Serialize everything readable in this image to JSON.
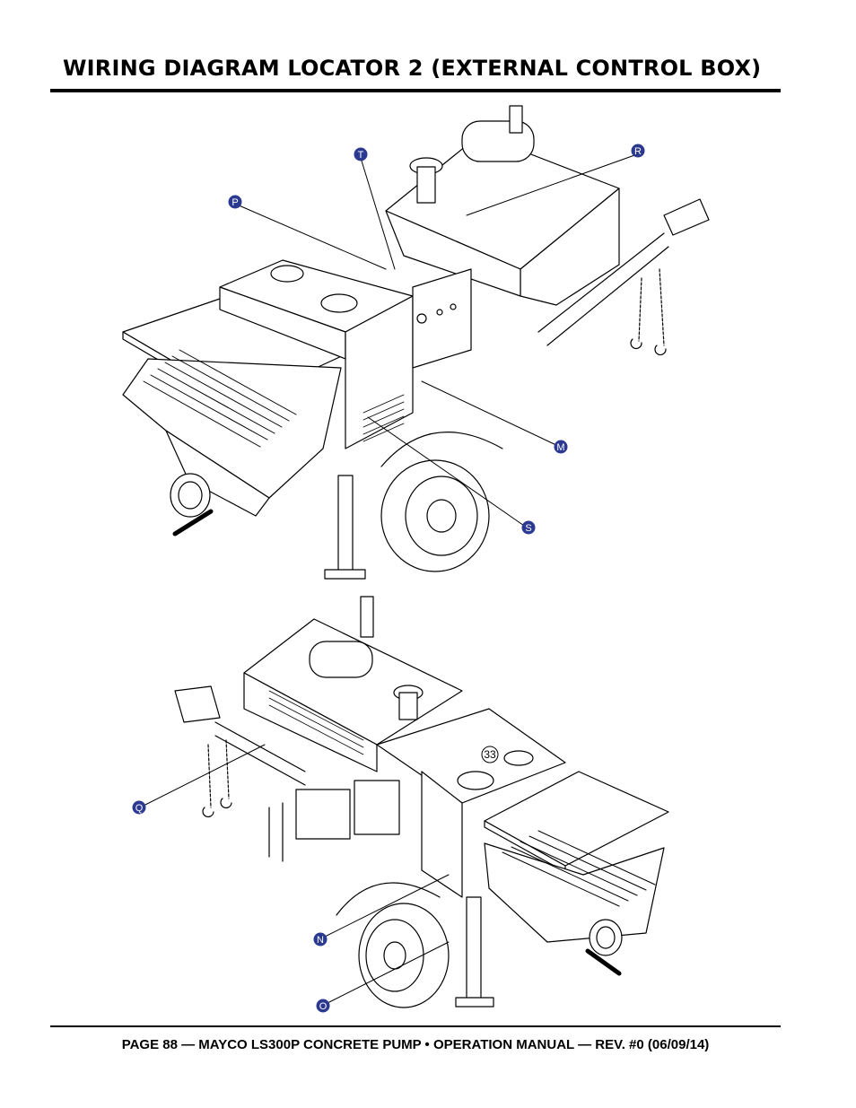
{
  "page": {
    "title": "WIRING DIAGRAM LOCATOR 2 (EXTERNAL CONTROL BOX)",
    "footer": "PAGE 88 — MAYCO LS300P CONCRETE PUMP • OPERATION MANUAL — REV. #0 (06/09/14)"
  },
  "callouts": {
    "t": "T",
    "r": "R",
    "p": "P",
    "m": "M",
    "s": "S",
    "q": "Q",
    "n": "N",
    "o": "O",
    "part_33": "33"
  },
  "colors": {
    "callout_fill": "#2b3990",
    "line": "#000000"
  }
}
